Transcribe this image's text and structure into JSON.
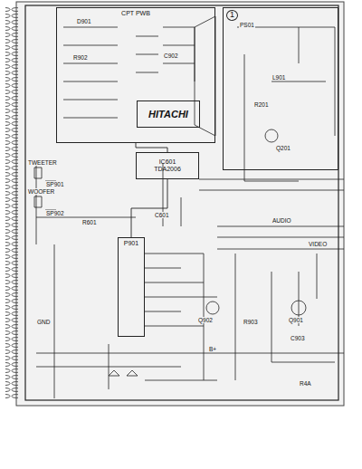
{
  "diagram": {
    "nodes": [
      {
        "text": [
          "CPT PWB"
        ]
      },
      {
        "text": [
          "HITACHI"
        ],
        "in": 0
      },
      {
        "text": [
          "1"
        ]
      },
      {
        "text": [
          "IC601",
          "TDA2006"
        ]
      },
      {
        "text": [
          "P901"
        ]
      }
    ],
    "edges": [
      {
        "from": 0,
        "to": 3,
        "arrow": "none"
      },
      {
        "from": 3,
        "to": 4,
        "arrow": "none"
      }
    ],
    "labels": [
      "TWEETER",
      "WOOFER",
      "SP901",
      "SP902",
      "R601",
      "C601",
      "R201",
      "Q201",
      "L901",
      "PS01",
      "D901",
      "R902",
      "C902",
      "Q901",
      "Q902",
      "AUDIO",
      "VIDEO",
      "B+",
      "R903",
      "C903",
      "GND",
      "R4A"
    ]
  }
}
